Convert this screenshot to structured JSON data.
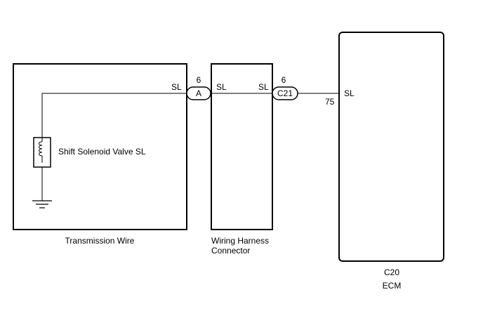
{
  "transmission_wire": {
    "label": "Transmission Wire",
    "pin_label": "SL",
    "solenoid_label": "Shift Solenoid Valve SL"
  },
  "connector_a": {
    "code": "A",
    "pin": "6"
  },
  "wiring_harness": {
    "label_line1": "Wiring Harness",
    "label_line2": "Connector",
    "left_pin_label": "SL",
    "right_pin_label": "SL"
  },
  "connector_c21": {
    "code": "C21",
    "pin": "6"
  },
  "ecm": {
    "pin_label": "SL",
    "pin_number": "75",
    "code": "C20",
    "label": "ECM"
  }
}
